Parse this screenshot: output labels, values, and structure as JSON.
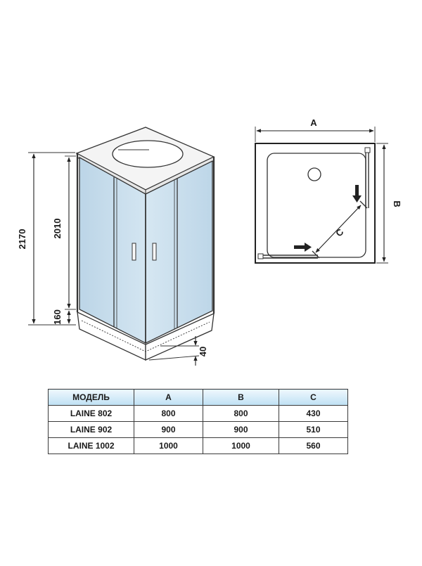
{
  "perspective": {
    "dim_total_height": "2170",
    "dim_cabin_height": "2010",
    "dim_tray_height": "160",
    "dim_step": "40"
  },
  "plan": {
    "dim_a": "A",
    "dim_b": "B",
    "dim_c": "C"
  },
  "table": {
    "headers": [
      "МОДЕЛЬ",
      "A",
      "B",
      "C"
    ],
    "rows": [
      [
        "LAINE 802",
        "800",
        "800",
        "430"
      ],
      [
        "LAINE 902",
        "900",
        "900",
        "510"
      ],
      [
        "LAINE 1002",
        "1000",
        "1000",
        "560"
      ]
    ]
  },
  "colors": {
    "glass": "#c6dceb",
    "line": "#333333",
    "header_fill": "#cfe8f6"
  }
}
